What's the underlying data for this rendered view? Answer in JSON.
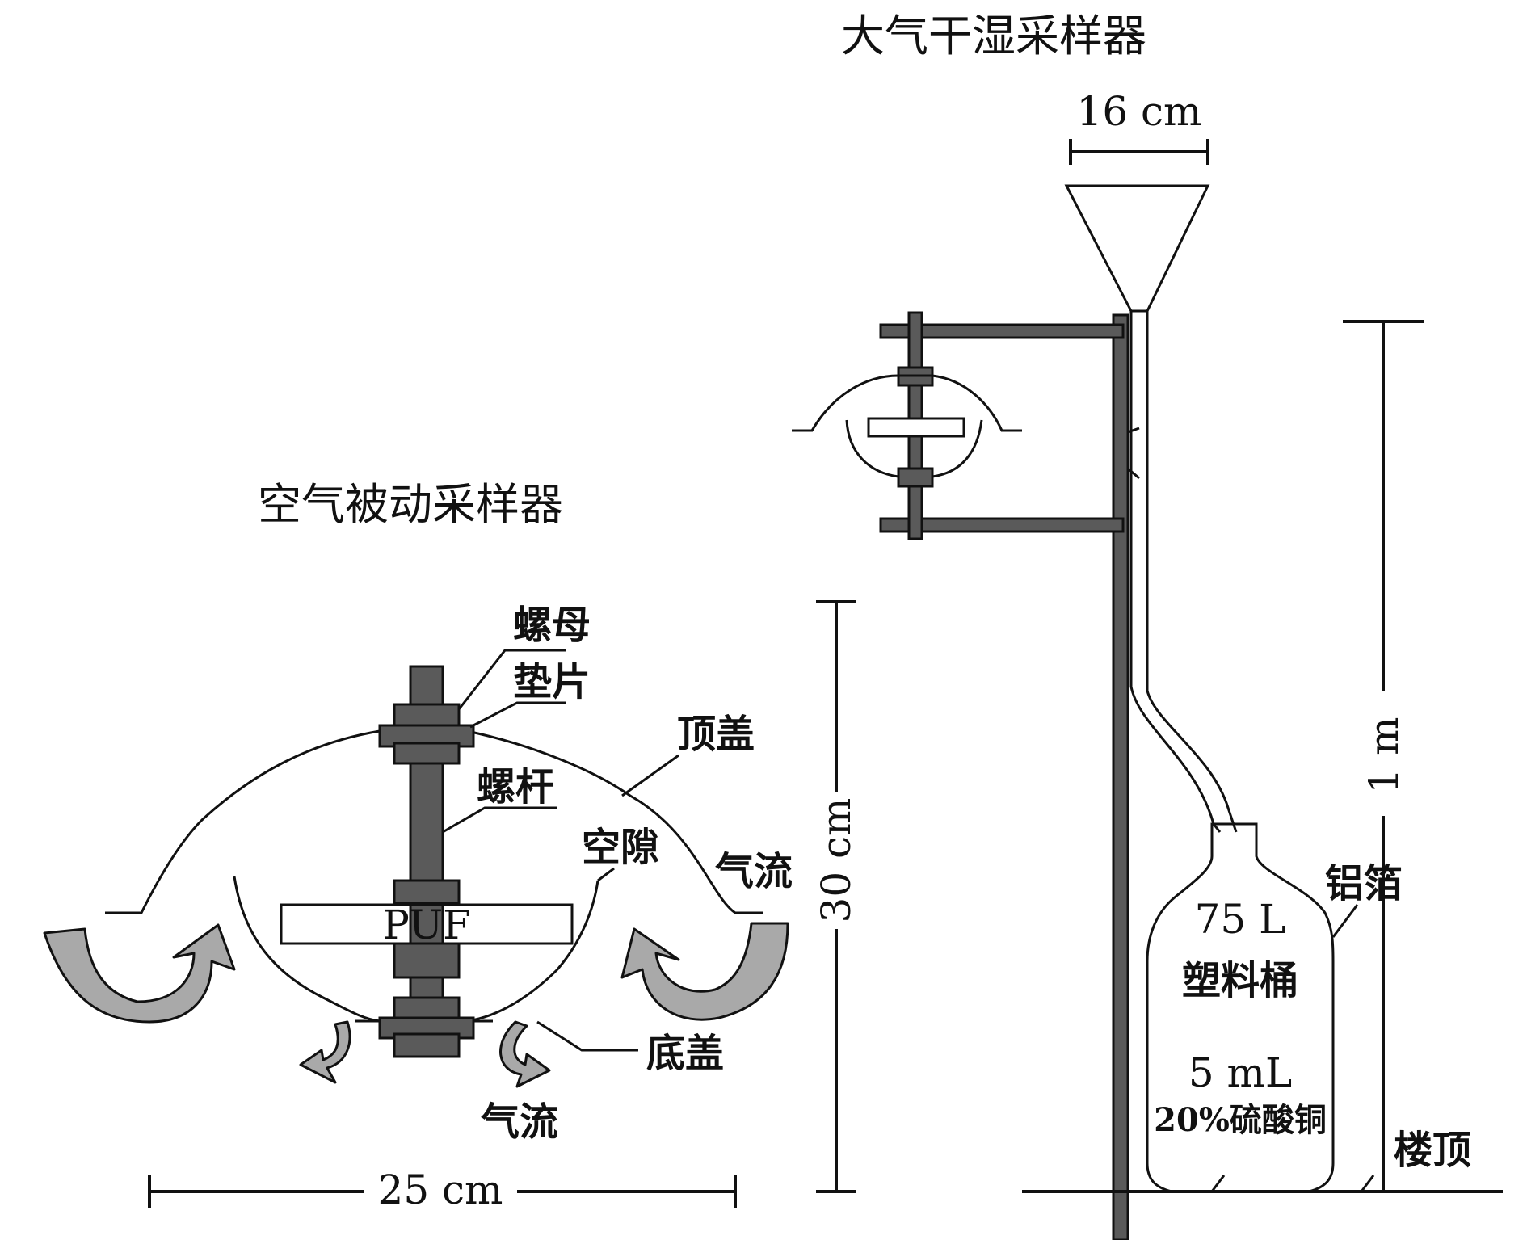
{
  "titles": {
    "passive_sampler": "空气被动采样器",
    "dry_wet_sampler": "大气干湿采样器"
  },
  "passive_sampler": {
    "labels": {
      "nut": "螺母",
      "washer": "垫片",
      "top_cover": "顶盖",
      "screw_rod": "螺杆",
      "gap": "空隙",
      "airflow_right": "气流",
      "puf": "PUF",
      "bottom_cover": "底盖",
      "airflow_bottom": "气流"
    },
    "dimensions": {
      "width": "25 cm",
      "height": "30 cm"
    }
  },
  "dry_wet_sampler": {
    "labels": {
      "funnel_width": "16 cm",
      "height": "1 m",
      "foil": "铝箔",
      "bucket_volume": "75 L",
      "bucket": "塑料桶",
      "solution_volume": "5 mL",
      "solution": "20%硫酸铜",
      "rooftop": "楼顶"
    }
  },
  "colors": {
    "line": "#111111",
    "rod": "#5a5a5a",
    "arrow": "#a9a9a9",
    "background": "#ffffff"
  }
}
